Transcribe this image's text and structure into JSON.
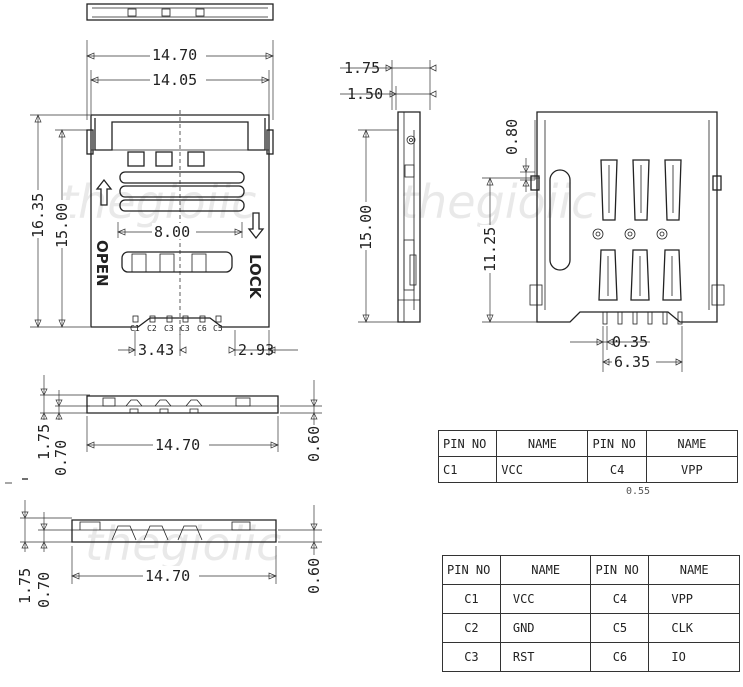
{
  "dimensions": {
    "outer_width": "14.70",
    "inner_width": "14.05",
    "total_height": "16.35",
    "body_height": "15.00",
    "slot_width": "8.00",
    "pin_offset_left": "3.43",
    "pin_offset_right": "2.93",
    "side_thickness_outer": "1.75",
    "side_thickness_inner": "1.50",
    "side_height": "15.00",
    "contact_height": "0.80",
    "contact_span": "11.25",
    "pin_width": "0.35",
    "pin_span": "6.35",
    "profile_height_total": "1.75",
    "profile_height_base": "0.70",
    "profile_width": "14.70",
    "profile_lead": "0.60"
  },
  "labels": {
    "open": "OPEN",
    "lock": "LOCK",
    "watermark": "thegioiic",
    "partial_dim": "0.55",
    "pins": [
      "C1",
      "C2",
      "C3",
      "C3",
      "C6",
      "C5"
    ]
  },
  "pin_table_small": {
    "headers": [
      "PIN NO",
      "NAME",
      "PIN NO",
      "NAME"
    ],
    "rows": [
      [
        "C1",
        "VCC",
        "C4",
        "VPP"
      ]
    ]
  },
  "pin_table_full": {
    "headers": [
      "PIN NO",
      "NAME",
      "PIN NO",
      "NAME"
    ],
    "rows": [
      [
        "C1",
        "VCC",
        "C4",
        "VPP"
      ],
      [
        "C2",
        "GND",
        "C5",
        "CLK"
      ],
      [
        "C3",
        "RST",
        "C6",
        "IO"
      ]
    ]
  }
}
